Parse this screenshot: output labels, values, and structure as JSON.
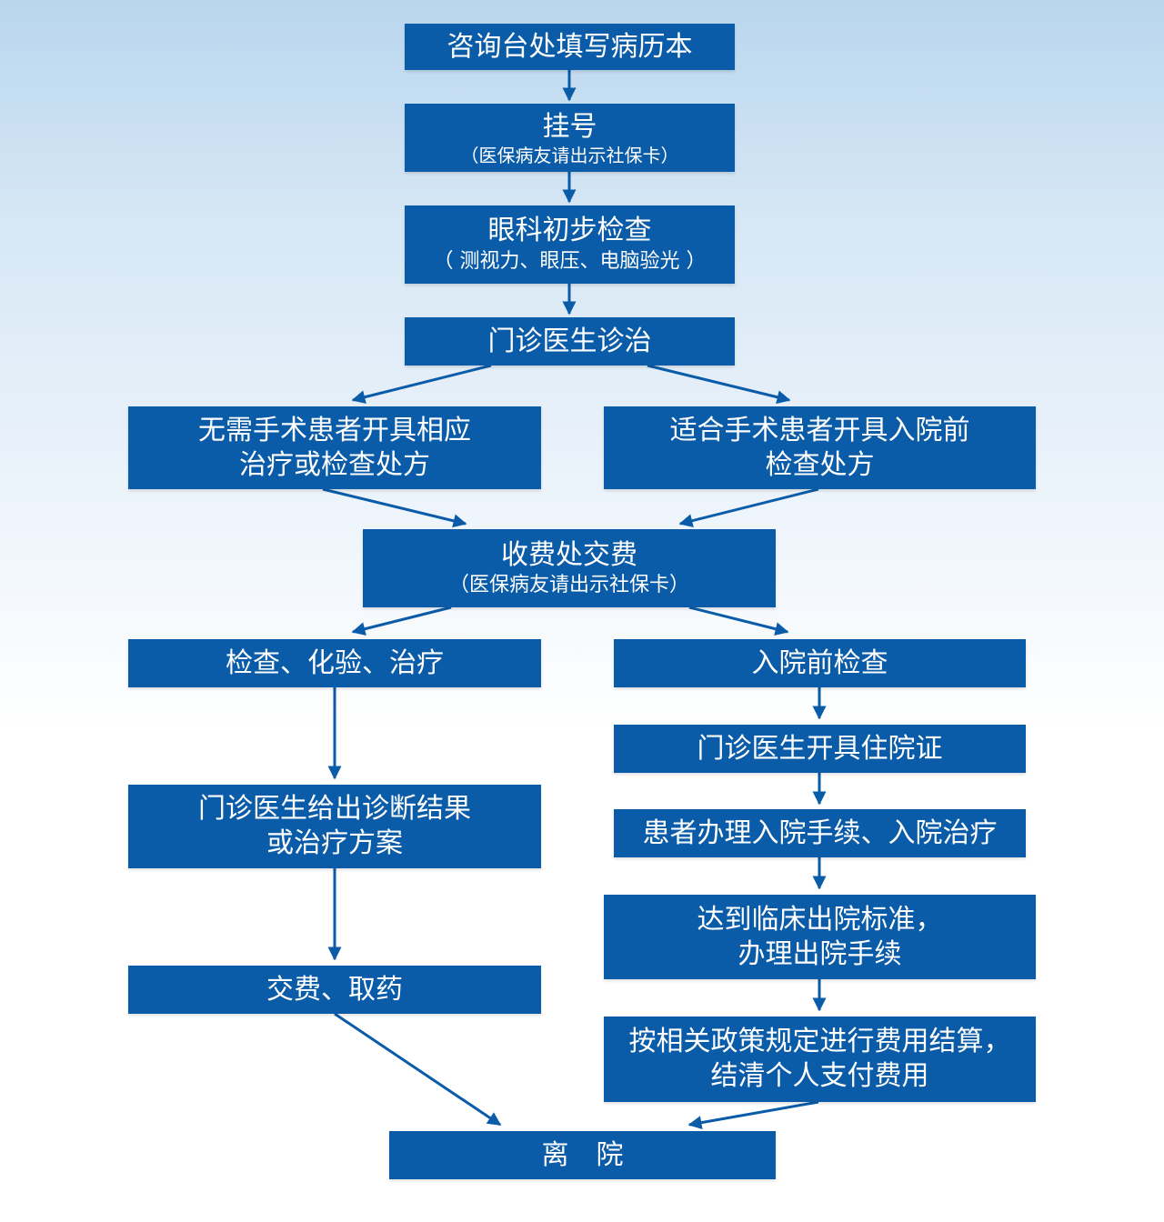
{
  "nodes": {
    "consult": {
      "lines": [
        "咨询台处填写病历本"
      ]
    },
    "register": {
      "lines": [
        "挂号"
      ],
      "sub": "（医保病友请出示社保卡）"
    },
    "initial_exam": {
      "lines": [
        "眼科初步检查"
      ],
      "sub": "（ 测视力、眼压、电脑验光 ）"
    },
    "outpatient_diag": {
      "lines": [
        "门诊医生诊治"
      ]
    },
    "no_surgery": {
      "lines": [
        "无需手术患者开具相应",
        "治疗或检查处方"
      ]
    },
    "surgery": {
      "lines": [
        "适合手术患者开具入院前",
        "检查处方"
      ]
    },
    "payment": {
      "lines": [
        "收费处交费"
      ],
      "sub": "（医保病友请出示社保卡）"
    },
    "tests": {
      "lines": [
        "检查、化验、治疗"
      ]
    },
    "pre_admission": {
      "lines": [
        "入院前检查"
      ]
    },
    "admission_cert": {
      "lines": [
        "门诊医生开具住院证"
      ]
    },
    "diagnosis": {
      "lines": [
        "门诊医生给出诊断结果",
        "或治疗方案"
      ]
    },
    "admit": {
      "lines": [
        "患者办理入院手续、入院治疗"
      ]
    },
    "discharge_std": {
      "lines": [
        "达到临床出院标准，",
        "办理出院手续"
      ]
    },
    "medicine": {
      "lines": [
        "交费、取药"
      ]
    },
    "settlement": {
      "lines": [
        "按相关政策规定进行费用结算，",
        "结清个人支付费用"
      ]
    },
    "leave": {
      "lines": [
        "离　院"
      ]
    }
  },
  "colors": {
    "box": "#0a5ca8",
    "arrow": "#0a5ca8",
    "text": "#ffffff"
  }
}
